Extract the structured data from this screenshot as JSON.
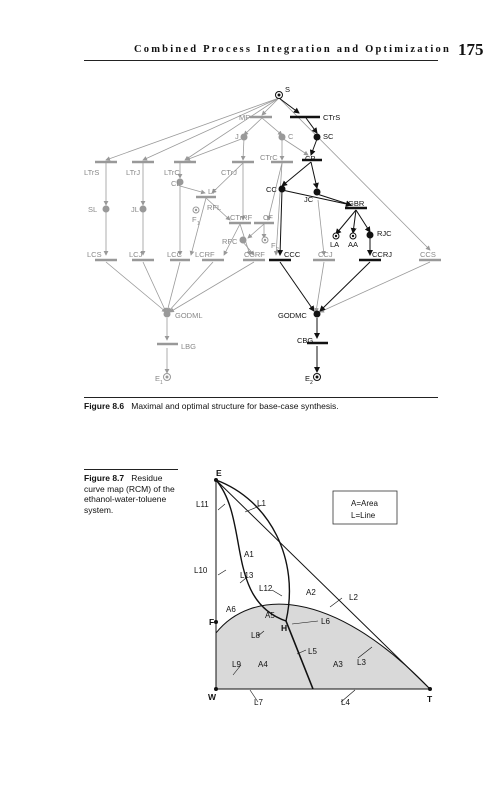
{
  "header": {
    "title": "Combined Process Integration and Optimization",
    "page_number": "175"
  },
  "figure86": {
    "caption_label": "Figure 8.6",
    "caption_text": "Maximal and optimal structure for base-case synthesis.",
    "labels": {
      "S": "S",
      "MP": "MP",
      "CTrS": "CTrS",
      "J": "J",
      "C": "C",
      "SC": "SC",
      "LTrS": "LTrS",
      "LTrJ": "LTrJ",
      "LTrC": "LTrC",
      "CTrJ": "CTrJ",
      "CTrC": "CTrC",
      "CP": "CP",
      "CL": "CL",
      "LF": "LF",
      "CC": "CC",
      "JC": "JC",
      "GBR": "GBR",
      "SL": "SL",
      "JL": "JL",
      "RFL": "RFL",
      "F1": "F",
      "F1sub": "1",
      "CTrRF": "CTrRF",
      "CF": "CF",
      "RJC": "RJC",
      "LA": "LA",
      "AA": "AA",
      "RFC": "RFC",
      "F2": "F",
      "F2sub": "2",
      "LCS": "LCS",
      "LCJ": "LCJ",
      "LCC": "LCC",
      "LCRF": "LCRF",
      "CCRF": "CCRF",
      "CCC": "CCC",
      "CCJ": "CCJ",
      "CCRJ": "CCRJ",
      "CCS": "CCS",
      "GODML": "GODML",
      "GODMC": "GODMC",
      "LBG": "LBG",
      "CBG": "CBG",
      "E1": "E",
      "E1sub": "1",
      "E2": "E",
      "E2sub": "2"
    }
  },
  "figure87": {
    "caption_label": "Figure 8.7",
    "caption_text": "Residue curve map (RCM) of the ethanol-water-toluene system.",
    "legend": {
      "line1": "A=Area",
      "line2": "L=Line"
    },
    "vertices": {
      "E": "E",
      "W": "W",
      "T": "T",
      "F": "F",
      "H": "H"
    },
    "lines": [
      "L1",
      "L2",
      "L3",
      "L4",
      "L5",
      "L6",
      "L7",
      "L8",
      "L9",
      "L10",
      "L11",
      "L12",
      "L13"
    ],
    "areas": [
      "A1",
      "A2",
      "A3",
      "A4",
      "A5",
      "A6"
    ]
  }
}
